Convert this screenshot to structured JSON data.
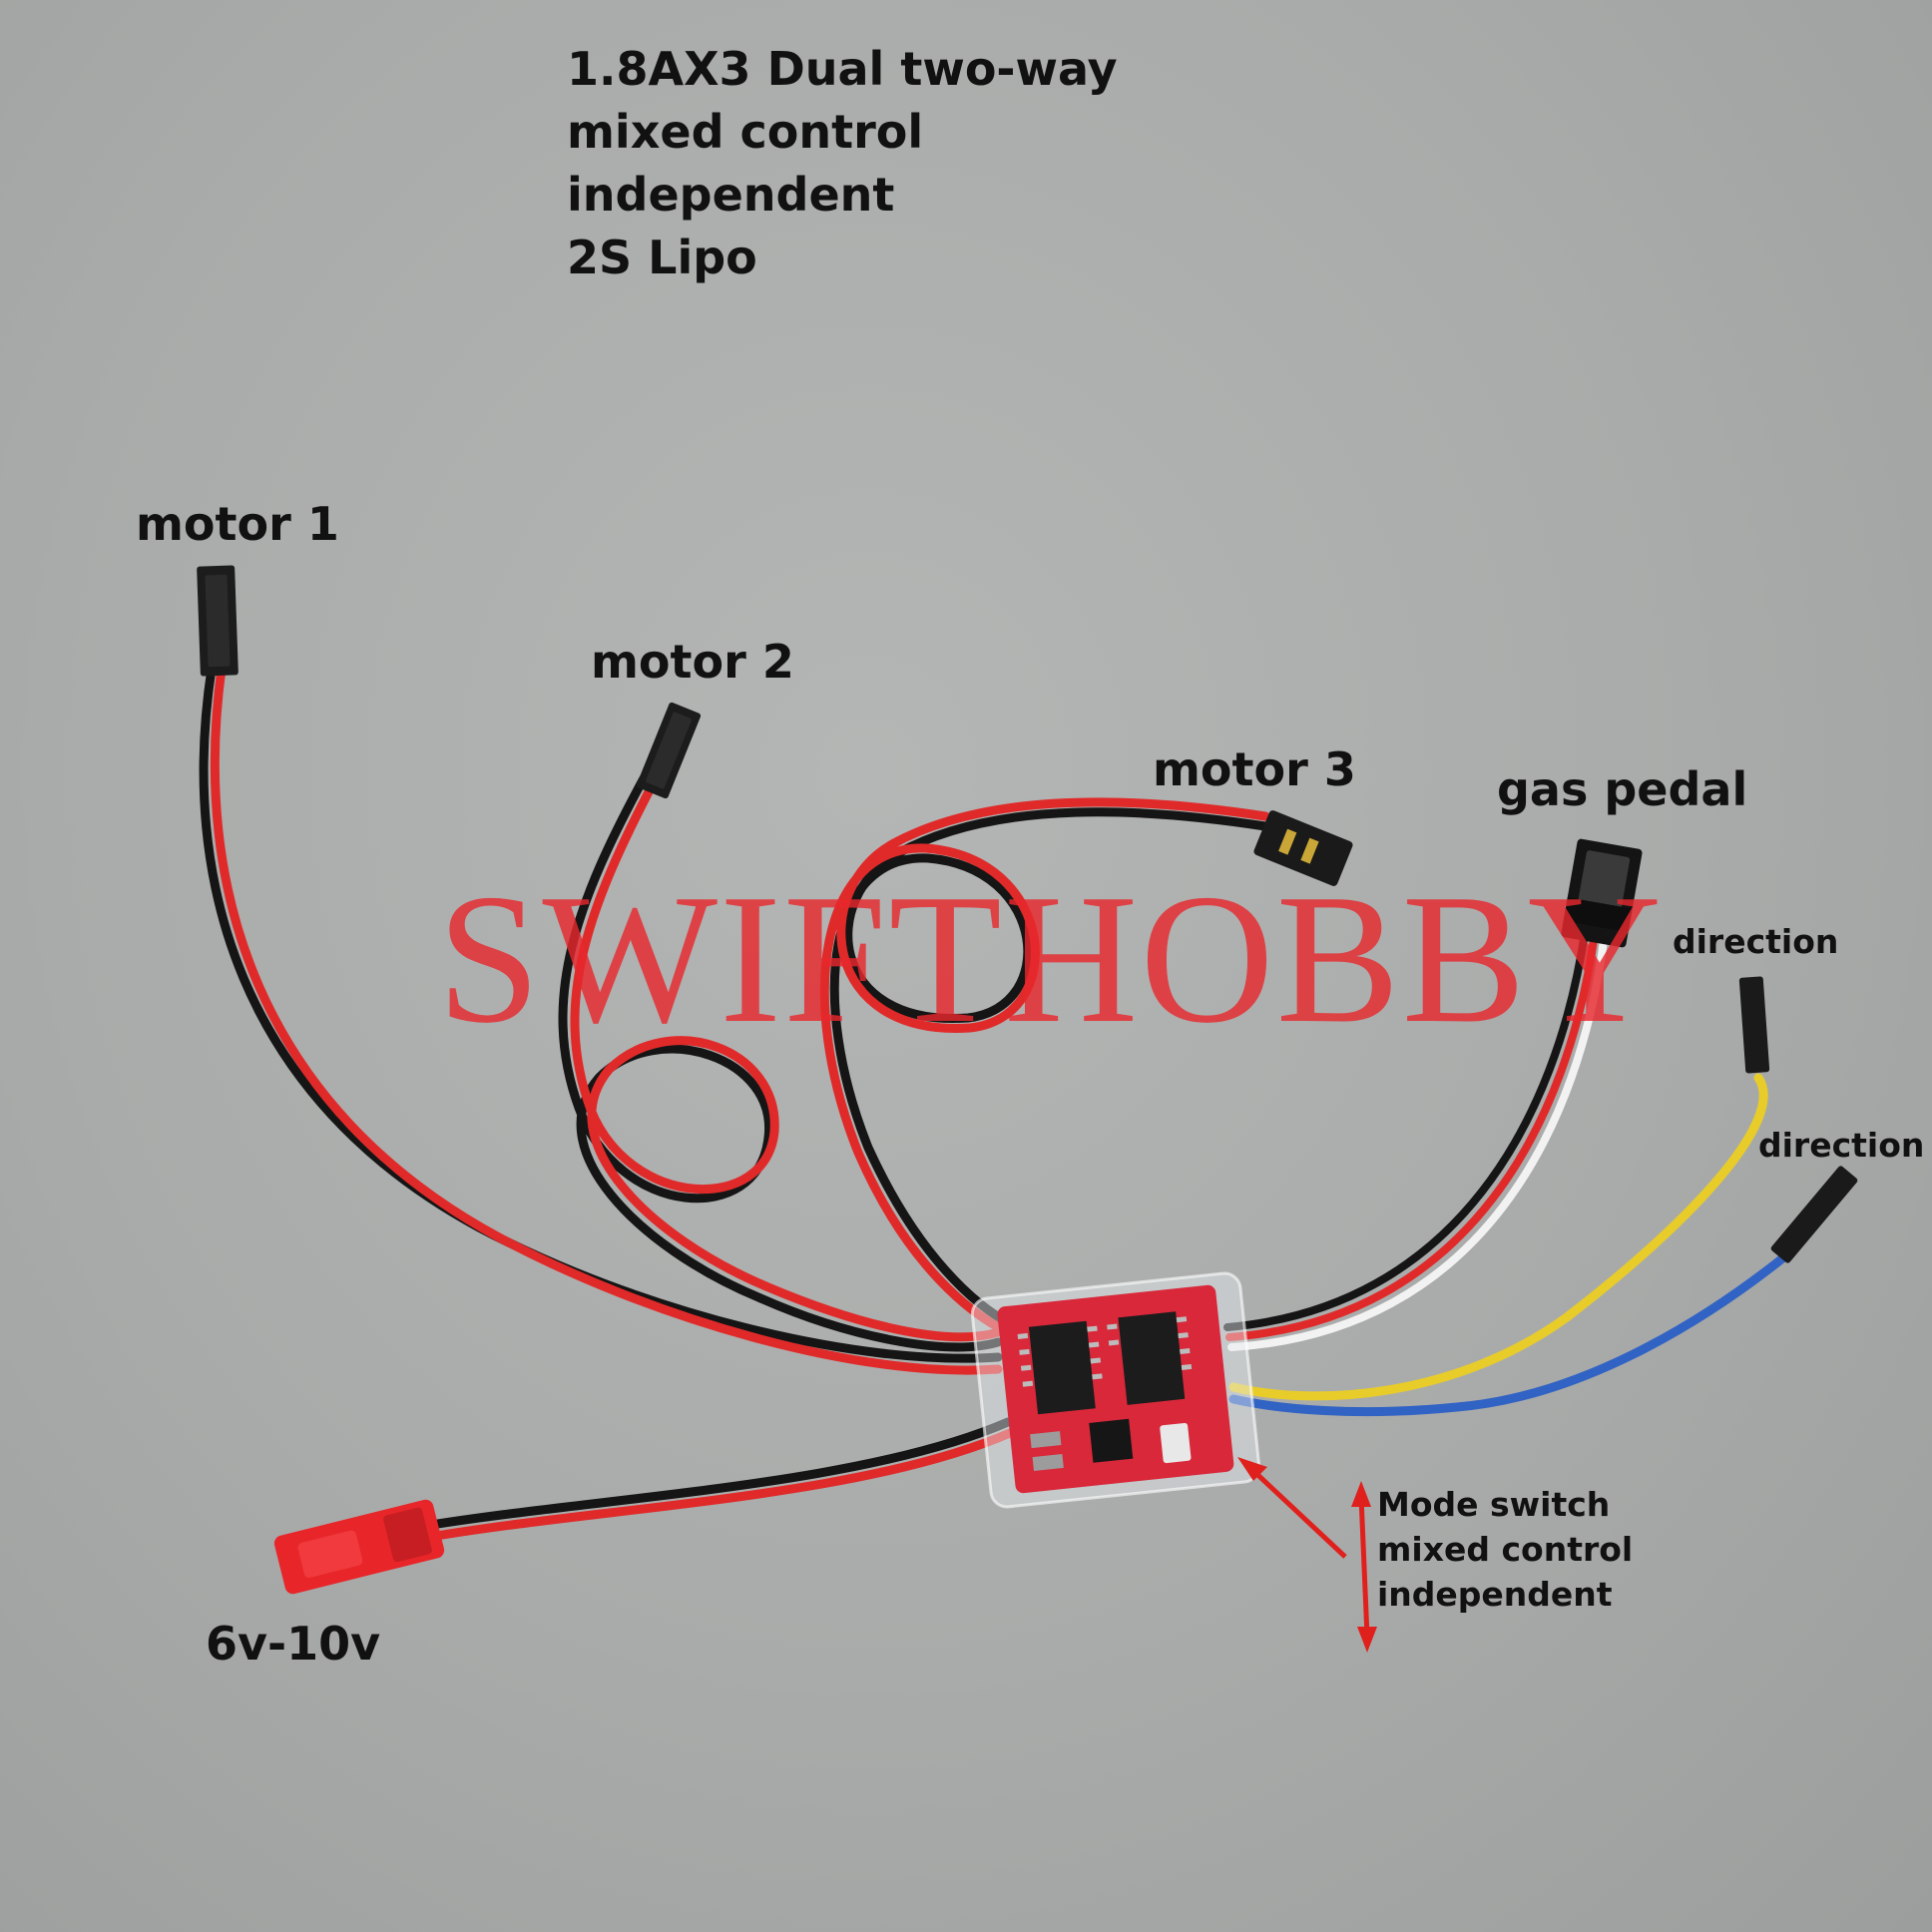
{
  "title_lines": [
    "1.8AX3 Dual two-way",
    "mixed control",
    "independent",
    "2S Lipo"
  ],
  "labels": {
    "motor1": "motor 1",
    "motor2": "motor 2",
    "motor3": "motor 3",
    "gas_pedal": "gas pedal",
    "direction_1": "direction",
    "direction_2": "direction",
    "voltage": "6v-10v"
  },
  "mode_note_lines": [
    "Mode switch",
    "mixed control",
    "independent"
  ],
  "watermark": "SWIFTHOBBY",
  "colors": {
    "background": "#a9abaa",
    "wire_red": "#e02a2a",
    "wire_black": "#151515",
    "wire_white": "#f2f2f2",
    "wire_yellow": "#e8cc2a",
    "wire_blue": "#3163c4",
    "board": "#d8283a",
    "arrow": "#e0201c",
    "watermark": "#e6282d"
  }
}
